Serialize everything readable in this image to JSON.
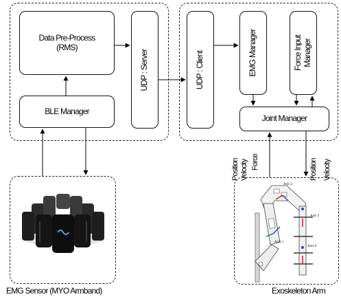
{
  "blocks": {
    "preprocess": [
      "Data Pre-Process",
      "(RMS)"
    ],
    "ble_manager": "BLE Manager",
    "udp_server": "UDP : Server",
    "udp_client": "UDP : Client",
    "emg_manager": "EMG Manager",
    "force_input_manager": [
      "Force Input",
      "Manager"
    ],
    "joint_manager": "Joint Manager"
  },
  "link_labels": {
    "position_velocity_left": [
      "Position",
      "Velocity"
    ],
    "force": "Force",
    "position_velocity_right": [
      "Position",
      "Velocity"
    ]
  },
  "captions": {
    "sensor": "EMG Sensor  (MYO Armband)",
    "exoskeleton": "Exoskeleton Arm"
  },
  "exo_axes": [
    "Axis 1",
    "Axis 2",
    "Axis 3",
    "Axis 4"
  ],
  "colors": {
    "red": "#d42020",
    "blue": "#1f3fd6",
    "green": "#1e9e2e"
  }
}
